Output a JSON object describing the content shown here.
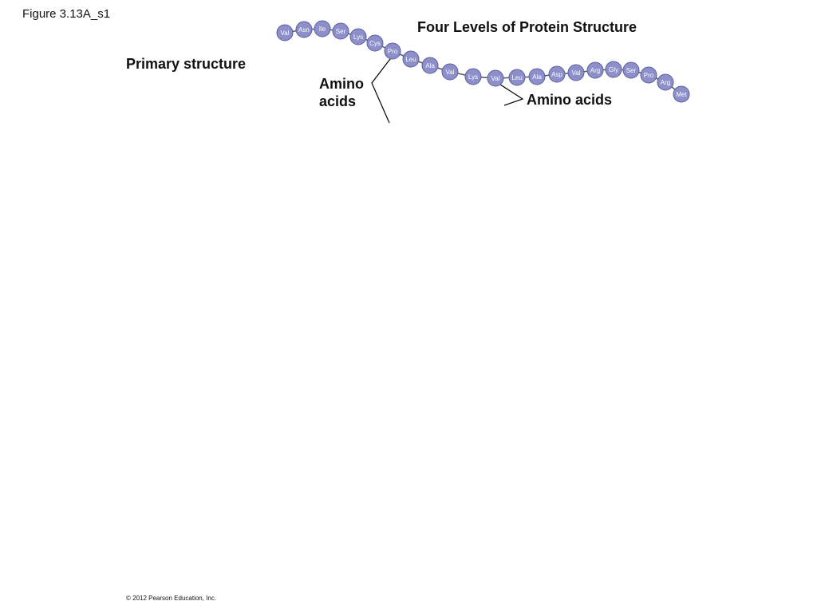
{
  "figure_label": "Figure 3.13A_s1",
  "title": "Four Levels of Protein Structure",
  "primary_structure_label": "Primary structure",
  "amino_acids_left": [
    "Amino",
    "acids"
  ],
  "amino_acids_right": "Amino acids",
  "copyright": "© 2012 Pearson Education, Inc.",
  "amino_acid_chain": [
    "Val",
    "Asn",
    "Ile",
    "Ser",
    "Lys",
    "Cys",
    "Pro",
    "Leu",
    "Ala",
    "Val",
    "Lys",
    "Val",
    "Leu",
    "Ala",
    "Asp",
    "Val",
    "Arg",
    "Gly",
    "Ser",
    "Pro",
    "Arg",
    "Met"
  ],
  "colors": {
    "bead_fill": "#8c8fc9",
    "bead_stroke": "#5d609a",
    "bead_text": "#ffffff",
    "bond": "#555555",
    "leader_line": "#000000"
  }
}
